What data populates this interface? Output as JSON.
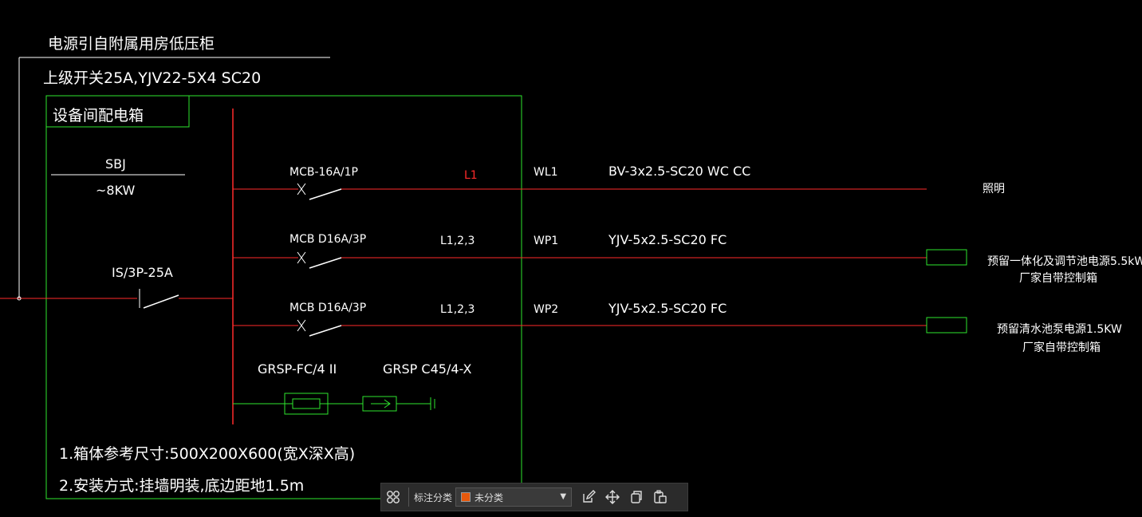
{
  "colors": {
    "background": "#000000",
    "line_red": "#ff2a2a",
    "frame_green": "#2ee62e",
    "text": "#ffffff"
  },
  "drawing": {
    "source_note": "电源引自附属用房低压柜",
    "upstream_cable": "上级开关25A,YJV22-5X4  SC20",
    "box_name": "设备间配电箱",
    "load_name": "SBJ",
    "load_power": "~8KW",
    "main_switch": "IS/3P-25A",
    "circuits": [
      {
        "breaker": "MCB-16A/1P",
        "phase": "L1",
        "id": "WL1",
        "cable": "BV-3x2.5-SC20 WC CC",
        "load": "照明",
        "load2": ""
      },
      {
        "breaker": "MCB D16A/3P",
        "phase": "L1,2,3",
        "id": "WP1",
        "cable": "YJV-5x2.5-SC20 FC",
        "load": "预留一体化及调节池电源5.5kW",
        "load2": "厂家自带控制箱"
      },
      {
        "breaker": "MCB D16A/3P",
        "phase": "L1,2,3",
        "id": "WP2",
        "cable": "YJV-5x2.5-SC20 FC",
        "load": "预留清水池泵电源1.5KW",
        "load2": "厂家自带控制箱"
      }
    ],
    "spd1": "GRSP-FC/4 II",
    "spd2": "GRSP C45/4-X",
    "note1": "1.箱体参考尺寸:500X200X600(宽X深X高)",
    "note2": "2.安装方式:挂墙明装,底边距地1.5m"
  },
  "toolbar": {
    "label": "标注分类",
    "select_value": "未分类",
    "icons": [
      "grid-icon",
      "edit-icon",
      "move-icon",
      "copy-icon",
      "paste-icon"
    ]
  }
}
